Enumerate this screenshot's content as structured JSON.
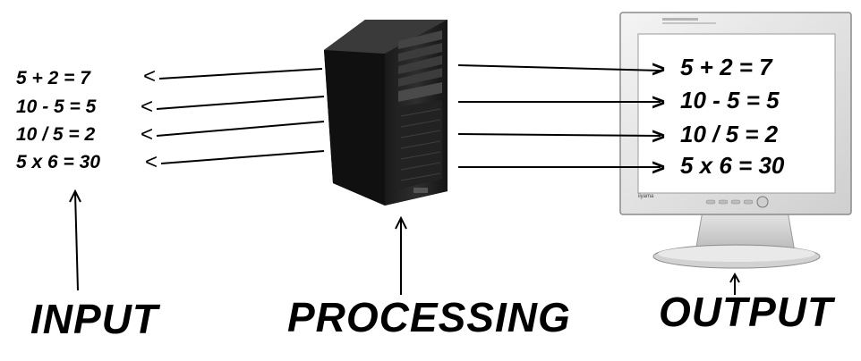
{
  "input": {
    "equations": [
      "5 + 2 = 7",
      "10 - 5 = 5",
      "10 / 5 = 2",
      "5 x 6 = 30"
    ],
    "arrow_glyph": "<"
  },
  "output": {
    "equations": [
      "5 + 2 = 7",
      "10 - 5 = 5",
      "10 / 5 = 2",
      "5 x 6 = 30"
    ],
    "arrow_glyph": ">"
  },
  "labels": {
    "input": "INPUT",
    "processing": "PROCESSING",
    "output": "OUTPUT"
  },
  "monitor": {
    "brand": "iiyama"
  },
  "icons": [
    "computer-tower-icon",
    "monitor-icon"
  ]
}
